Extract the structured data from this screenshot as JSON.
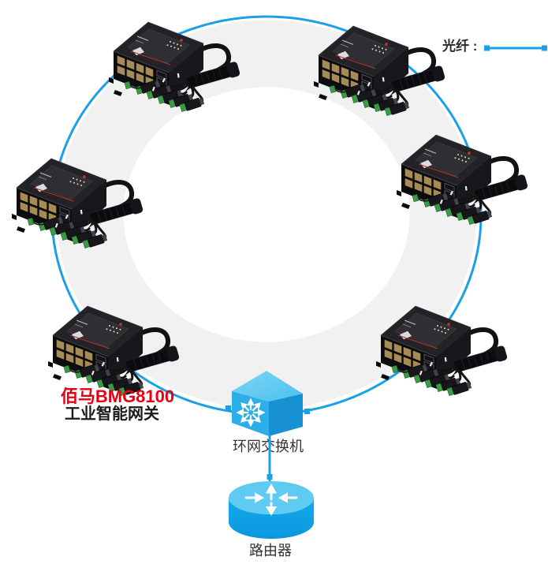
{
  "legend": {
    "label": "光纤 :"
  },
  "gateway_label": {
    "line1": "佰马BMG8100",
    "line2": "工业智能网关"
  },
  "ring_switch": {
    "label": "环网交换机"
  },
  "router": {
    "label": "路由器"
  },
  "gateway_device_count": 6,
  "colors": {
    "fiber_blue": "#1BA0E8",
    "gateway_label_red": "#E60012",
    "label_dark": "#333333",
    "background_ring_gray": "#F1F1F1",
    "switch_cube_top": "#61CAF2",
    "switch_cube_left": "#2EAEE8",
    "switch_cube_right": "#1791D1",
    "router_top": "#5FCBF2",
    "router_body": "#0DA2E8",
    "device_body_black": "#0d0d10",
    "device_port_gold": "#A68B57",
    "device_connector_green": "#3C9A47"
  }
}
